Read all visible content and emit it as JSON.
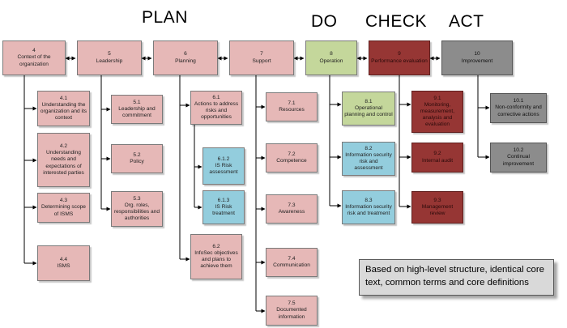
{
  "phases": {
    "plan": "PLAN",
    "do": "DO",
    "check": "CHECK",
    "act": "ACT"
  },
  "clauses": {
    "c4": {
      "num": "4",
      "title": "Context of the organization"
    },
    "c5": {
      "num": "5",
      "title": "Leadership"
    },
    "c6": {
      "num": "6",
      "title": "Planning"
    },
    "c7": {
      "num": "7",
      "title": "Support"
    },
    "c8": {
      "num": "8",
      "title": "Operation"
    },
    "c9": {
      "num": "9",
      "title": "Performance evaluation"
    },
    "c10": {
      "num": "10",
      "title": "Improvement"
    }
  },
  "sub": {
    "s4_1": {
      "num": "4.1",
      "title": "Understanding the organization and its context"
    },
    "s4_2": {
      "num": "4.2",
      "title": "Understanding needs and expectations of interested parties"
    },
    "s4_3": {
      "num": "4.3",
      "title": "Determining scope of ISMS"
    },
    "s4_4": {
      "num": "4.4",
      "title": "ISMS"
    },
    "s5_1": {
      "num": "5.1",
      "title": "Leadership and commitment"
    },
    "s5_2": {
      "num": "5.2",
      "title": "Policy"
    },
    "s5_3": {
      "num": "5.3",
      "title": "Org. roles, responsibilities and authorities"
    },
    "s6_1": {
      "num": "6.1",
      "title": "Actions to address risks and opportunities"
    },
    "s6_1_2": {
      "num": "6.1.2",
      "title": "IS Risk assessment"
    },
    "s6_1_3": {
      "num": "6.1.3",
      "title": "IS Risk treatment"
    },
    "s6_2": {
      "num": "6.2",
      "title": "InfoSec objectives and plans to achieve them"
    },
    "s7_1": {
      "num": "7.1",
      "title": "Resources"
    },
    "s7_2": {
      "num": "7.2",
      "title": "Competence"
    },
    "s7_3": {
      "num": "7.3",
      "title": "Awareness"
    },
    "s7_4": {
      "num": "7.4",
      "title": "Communication"
    },
    "s7_5": {
      "num": "7.5",
      "title": "Documented information"
    },
    "s8_1": {
      "num": "8.1",
      "title": "Operational planning and control"
    },
    "s8_2": {
      "num": "8.2",
      "title": "Information security risk and assessment"
    },
    "s8_3": {
      "num": "8.3",
      "title": "Information security risk and treatment"
    },
    "s9_1": {
      "num": "9.1",
      "title": "Monitoring, measurement, analysis and evaluation"
    },
    "s9_2": {
      "num": "9.2",
      "title": "Internal audit"
    },
    "s9_3": {
      "num": "9.3",
      "title": "Management review"
    },
    "s10_1": {
      "num": "10.1",
      "title": "Non-conformity and corrective actions"
    },
    "s10_2": {
      "num": "10.2",
      "title": "Continual improvement"
    }
  },
  "note": "Based on high-level structure, identical core text, common terms and core definitions",
  "colors": {
    "plan": "#e6b8b7",
    "do": "#c4d79b",
    "risk": "#93cddd",
    "check": "#963634",
    "act": "#8c8c8c",
    "line": "#000000"
  }
}
